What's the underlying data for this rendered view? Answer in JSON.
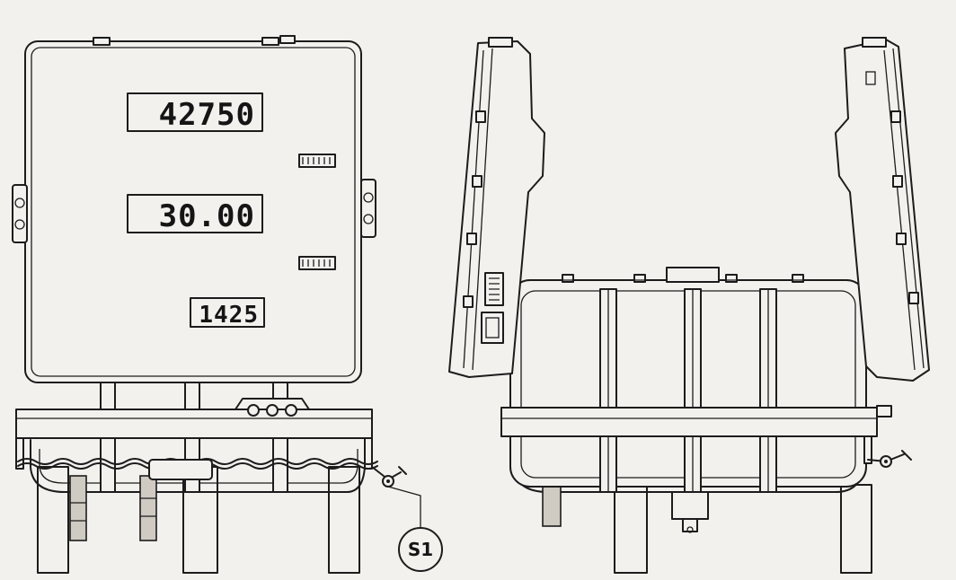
{
  "displays": {
    "amount": "42750",
    "volume": "30.00",
    "unit_price": "1425"
  },
  "callout": {
    "label": "S1"
  },
  "colors": {
    "paper": "#f3f1ee",
    "ink": "#1c1c1c",
    "shading": "#cfcac2"
  }
}
